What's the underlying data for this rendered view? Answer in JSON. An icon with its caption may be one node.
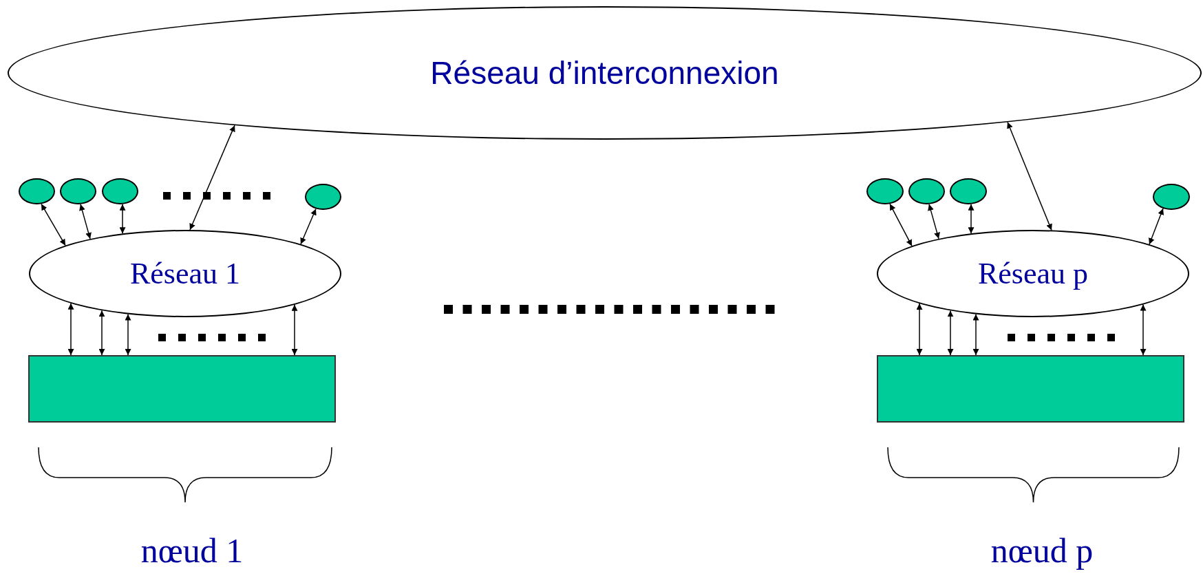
{
  "diagram": {
    "nodes": [
      {
        "text": [
          "Réseau d’interconnexion"
        ]
      },
      {
        "text": [],
        "shape": "ellipse"
      },
      {
        "text": [],
        "shape": "ellipse"
      },
      {
        "text": [],
        "shape": "ellipse"
      },
      {
        "text": [],
        "shape": "ellipse"
      },
      {
        "text": [
          "Réseau 1"
        ]
      },
      {
        "text": [],
        "shape": "box"
      },
      {
        "text": [],
        "shape": "ellipse"
      },
      {
        "text": [],
        "shape": "ellipse"
      },
      {
        "text": [],
        "shape": "ellipse"
      },
      {
        "text": [],
        "shape": "ellipse"
      },
      {
        "text": [
          "Réseau p"
        ]
      },
      {
        "text": [],
        "shape": "box"
      }
    ],
    "edges": [
      {
        "from": 5,
        "to": 0,
        "arrow": "both"
      },
      {
        "from": 1,
        "to": 5,
        "arrow": "both"
      },
      {
        "from": 2,
        "to": 5,
        "arrow": "both"
      },
      {
        "from": 3,
        "to": 5,
        "arrow": "both"
      },
      {
        "from": 4,
        "to": 5,
        "arrow": "both"
      },
      {
        "from": 5,
        "to": 6,
        "arrow": "both"
      },
      {
        "from": 5,
        "to": 6,
        "arrow": "both"
      },
      {
        "from": 5,
        "to": 6,
        "arrow": "both"
      },
      {
        "from": 5,
        "to": 6,
        "arrow": "both"
      },
      {
        "from": 11,
        "to": 0,
        "arrow": "both"
      },
      {
        "from": 7,
        "to": 11,
        "arrow": "both"
      },
      {
        "from": 8,
        "to": 11,
        "arrow": "both"
      },
      {
        "from": 9,
        "to": 11,
        "arrow": "both"
      },
      {
        "from": 10,
        "to": 11,
        "arrow": "both"
      },
      {
        "from": 11,
        "to": 12,
        "arrow": "both"
      },
      {
        "from": 11,
        "to": 12,
        "arrow": "both"
      },
      {
        "from": 11,
        "to": 12,
        "arrow": "both"
      },
      {
        "from": 11,
        "to": 12,
        "arrow": "both"
      }
    ],
    "labels": [
      "nœud 1",
      "nœud p"
    ]
  }
}
